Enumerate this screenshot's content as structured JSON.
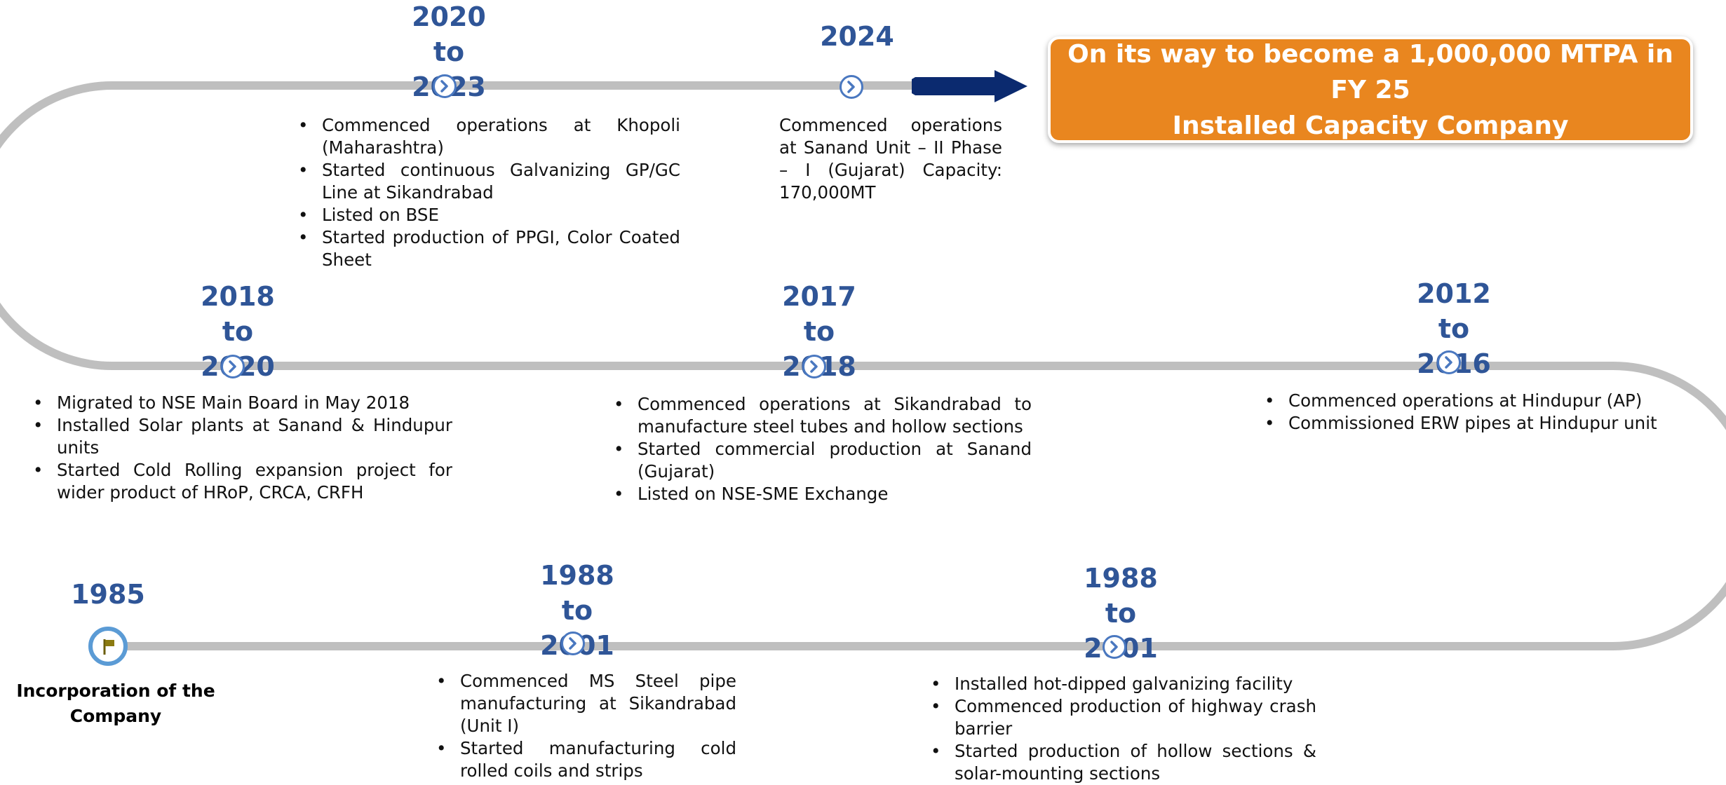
{
  "goal": {
    "line1": "On its way to become a 1,000,000 MTPA  in FY 25",
    "line2": "Installed Capacity Company"
  },
  "milestones": {
    "y1985": {
      "year": "1985",
      "label_line1": "Incorporation of the",
      "label_line2": "Company",
      "icon": "flag-icon"
    },
    "y1988a": {
      "year_line1": "1988 to",
      "year_line2": "2001",
      "bullets": [
        "Commenced MS Steel pipe manufacturing at Sikandrabad (Unit I)",
        "Started manufacturing cold rolled coils and strips"
      ]
    },
    "y1988b": {
      "year_line1": "1988 to",
      "year_line2": "2001",
      "bullets": [
        "Installed hot-dipped galvanizing facility",
        "Commenced production of highway crash barrier",
        "Started production of hollow sections & solar-mounting sections"
      ]
    },
    "y2012": {
      "year_line1": "2012 to",
      "year_line2": "2016",
      "bullets": [
        "Commenced operations at Hindupur (AP)",
        "Commissioned ERW pipes at Hindupur unit"
      ]
    },
    "y2017": {
      "year_line1": "2017 to",
      "year_line2": "2018",
      "bullets": [
        "Commenced operations at Sikandrabad to manufacture steel tubes and hollow sections",
        "Started commercial production at Sanand (Gujarat)",
        "Listed on NSE-SME Exchange"
      ]
    },
    "y2018": {
      "year_line1": "2018 to",
      "year_line2": "2020",
      "bullets": [
        "Migrated to NSE Main Board in May 2018",
        "Installed Solar plants at Sanand & Hindupur units",
        "Started Cold Rolling expansion project for wider product of HRoP, CRCA, CRFH"
      ]
    },
    "y2020": {
      "year_line1": "2020 to",
      "year_line2": "2023",
      "bullets": [
        "Commenced operations at Khopoli (Maharashtra)",
        "Started continuous Galvanizing GP/GC Line at Sikandrabad",
        "Listed on BSE",
        "Started production of PPGI, Color Coated Sheet"
      ]
    },
    "y2024": {
      "year": "2024",
      "text": "Commenced operations at Sanand Unit – II Phase – I (Gujarat) Capacity: 170,000MT"
    }
  },
  "colors": {
    "track": "#BFBFBF",
    "year_text": "#2F5597",
    "marker_ring": "#4A78C0",
    "goal_box": "#E9861F",
    "arrow": "#0B2A6F",
    "start_ring": "#5B9BD5",
    "flag": "#8B7A10"
  }
}
